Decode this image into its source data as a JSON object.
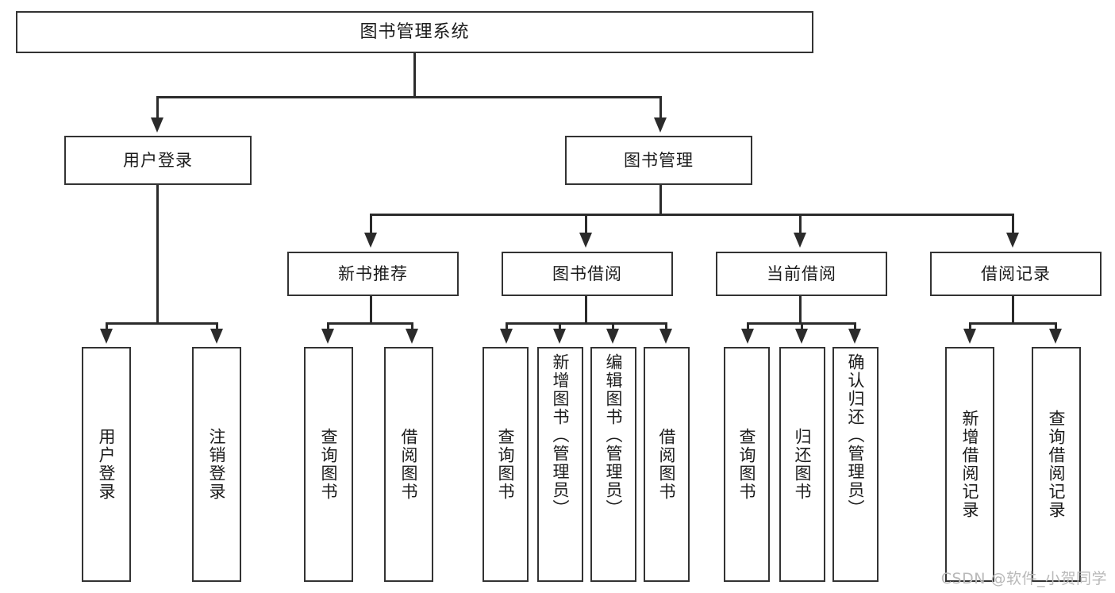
{
  "diagram": {
    "title": "图书管理系统",
    "type": "tree",
    "watermark": "CSDN @软件_小贺同学",
    "colors": {
      "box_border": "#333333",
      "box_fill": "#ffffff",
      "connector": "#2b2b2b",
      "text": "#1b1b1b",
      "watermark": "#b9b9b9",
      "background": "#ffffff"
    },
    "levels": {
      "root": {
        "label": "图书管理系统"
      },
      "level2": [
        {
          "label": "用户登录"
        },
        {
          "label": "图书管理"
        }
      ],
      "level3": [
        {
          "label": "新书推荐"
        },
        {
          "label": "图书借阅"
        },
        {
          "label": "当前借阅"
        },
        {
          "label": "借阅记录"
        }
      ],
      "leaves": {
        "user_login": [
          {
            "label": "用户登录"
          },
          {
            "label": "注销登录"
          }
        ],
        "new_book_recommend": [
          {
            "label": "查询图书"
          },
          {
            "label": "借阅图书"
          }
        ],
        "book_borrow": [
          {
            "label": "查询图书"
          },
          {
            "label": "新增图书（管理员）"
          },
          {
            "label": "编辑图书（管理员）"
          },
          {
            "label": "借阅图书"
          }
        ],
        "current_borrow": [
          {
            "label": "查询图书"
          },
          {
            "label": "归还图书"
          },
          {
            "label": "确认归还（管理员）"
          }
        ],
        "borrow_record": [
          {
            "label": "新增借阅记录"
          },
          {
            "label": "查询借阅记录"
          }
        ]
      }
    }
  }
}
